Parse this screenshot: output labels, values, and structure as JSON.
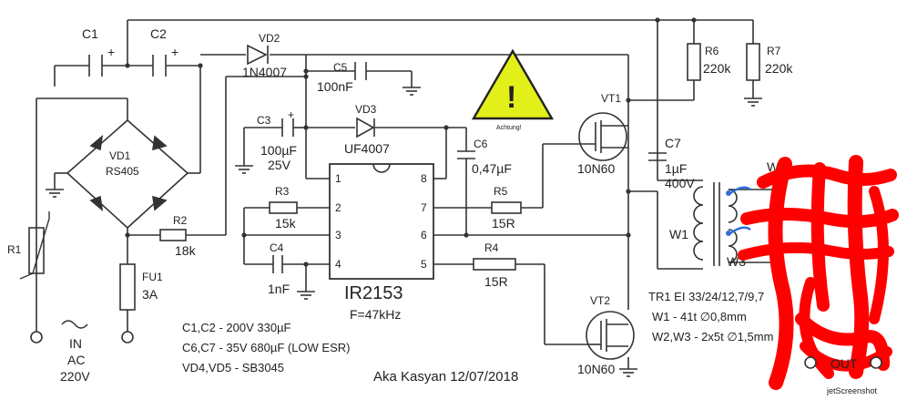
{
  "components": {
    "C1": "C1",
    "C2": "C2",
    "C3": "C3",
    "C5": "C5",
    "C6": "C6",
    "C7": "C7",
    "C4": "C4",
    "C3_value": "100µF",
    "C3_voltage": "25V",
    "C5_value": "100nF",
    "C6_value": "0,47µF",
    "C7_value": "1µF",
    "C7_voltage": "400V",
    "C4_value": "1nF",
    "VD1": "VD1",
    "VD1_part": "RS405",
    "VD2": "VD2",
    "VD2_part": "1N4007",
    "VD3": "VD3",
    "VD3_part": "UF4007",
    "R1": "R1",
    "R2": "R2",
    "R2_value": "18k",
    "R3": "R3",
    "R3_value": "15k",
    "R4": "R4",
    "R4_value": "15R",
    "R5": "R5",
    "R5_value": "15R",
    "R6": "R6",
    "R6_value": "220k",
    "R7": "R7",
    "R7_value": "220k",
    "FU1": "FU1",
    "FU1_value": "3A",
    "VT1": "VT1",
    "VT1_part": "10N60",
    "VT2": "VT2",
    "VT2_part": "10N60",
    "W1": "W1",
    "W3": "W3",
    "W_partial": "W",
    "warning_caption": "Achtung!"
  },
  "ic": {
    "name": "IR2153",
    "freq": "F=47kHz",
    "pins": [
      "1",
      "2",
      "3",
      "4",
      "5",
      "6",
      "7",
      "8"
    ]
  },
  "input": {
    "line1": "IN",
    "line2": "AC",
    "line3": "220V"
  },
  "notes": [
    "C1,C2 - 200V 330µF",
    "C6,C7 - 35V 680µF (LOW ESR)",
    "VD4,VD5 - SB3045"
  ],
  "transformer": {
    "title": "TR1  EI 33/24/12,7/9,7",
    "w1": "W1 - 41t ∅0,8mm",
    "w23": "W2,W3 - 2x5t ∅1,5mm"
  },
  "output_label": "OUT",
  "author": "Aka Kasyan 12/07/2018",
  "watermark": "jetScreenshot",
  "colors": {
    "warning_fill": "#e3ef19",
    "scribble": "#ff0000",
    "coil_dot": "#2f6fd8"
  }
}
